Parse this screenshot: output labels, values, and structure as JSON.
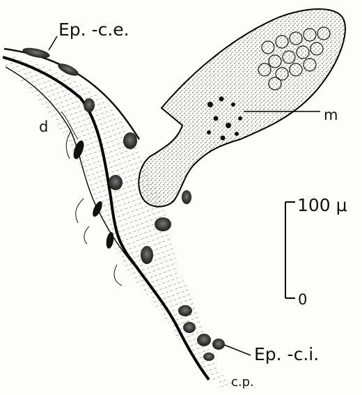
{
  "figure": {
    "labels": {
      "ep_ce": "Ep. -c.e.",
      "d": "d",
      "m": "m",
      "ep_ci": "Ep. -c.i.",
      "cp": "c.p."
    },
    "scale_bar": {
      "top_label": "100 μ",
      "bottom_label": "0"
    }
  }
}
